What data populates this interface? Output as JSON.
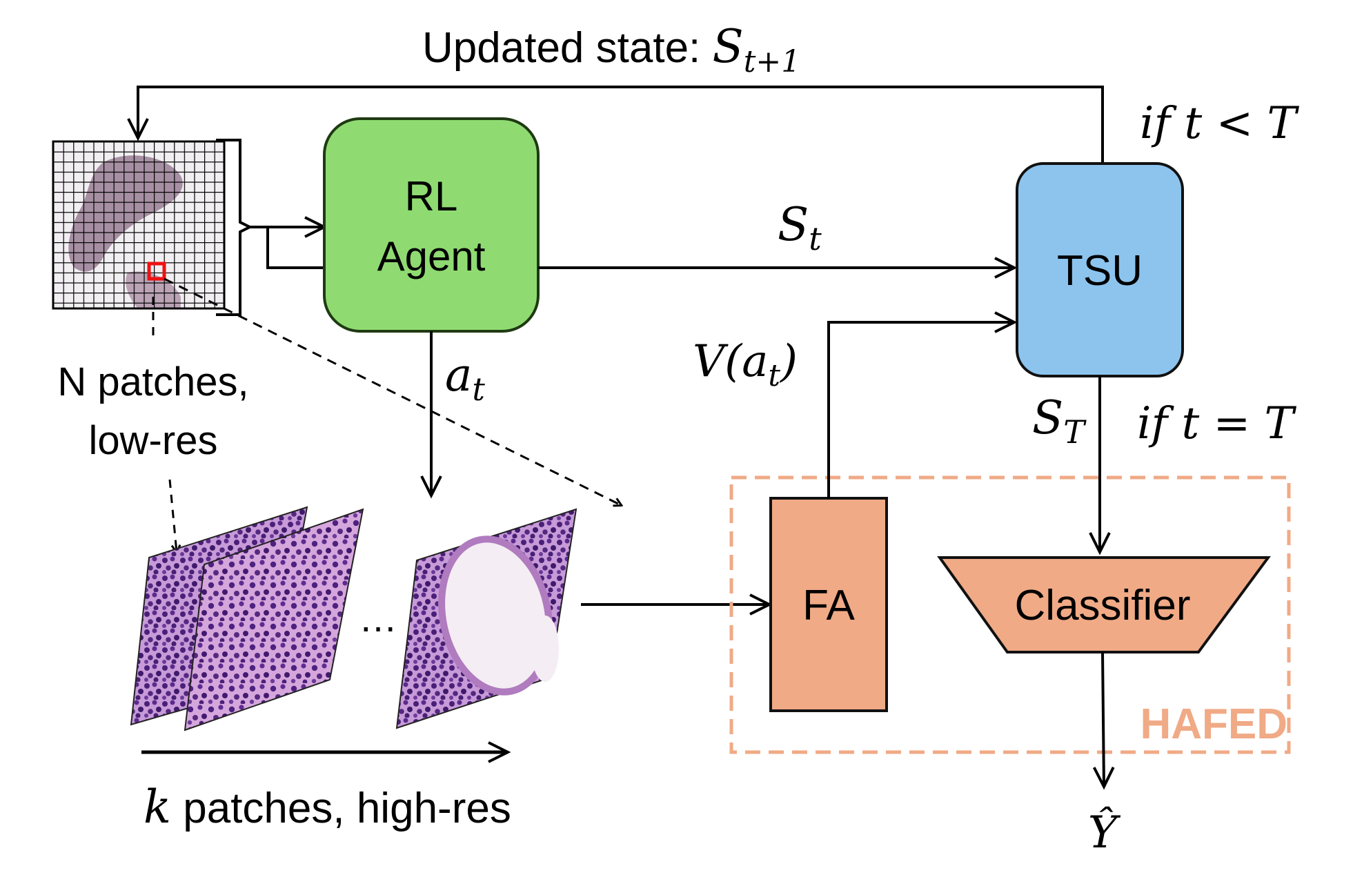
{
  "top_label": {
    "text": "Updated state: ",
    "symbol": "S",
    "subscript": "t+1"
  },
  "blocks": {
    "rl_agent": {
      "line1": "RL",
      "line2": "Agent"
    },
    "tsu": {
      "label": "TSU"
    },
    "fa": {
      "label": "FA"
    },
    "classifier": {
      "label": "Classifier"
    },
    "hafed": {
      "label": "HAFED"
    }
  },
  "edge_labels": {
    "state": {
      "symbol": "S",
      "subscript": "t"
    },
    "state_final": {
      "symbol": "S",
      "subscript": "T"
    },
    "action": {
      "symbol": "a",
      "subscript": "t"
    },
    "value": {
      "prefix": "V(",
      "symbol": "a",
      "subscript": "t",
      "suffix": ")"
    },
    "cond_loop": "if t < T",
    "cond_end": "if t = T",
    "output": "Ŷ"
  },
  "captions": {
    "low_res_line1": "N patches,",
    "low_res_line2": "low-res",
    "high_res_symbol": "k",
    "high_res_text": " patches, high-res",
    "ellipsis": "…"
  },
  "colors": {
    "rl_agent_fill": "#8fdb72",
    "rl_agent_stroke": "#1f3a12",
    "tsu_fill": "#8cc4ee",
    "tsu_stroke": "#111111",
    "fa_fill": "#f0aa86",
    "classifier_fill": "#f0aa86",
    "hafed_border": "#f0aa86",
    "hafed_text": "#f0aa86",
    "patch_highlight": "#ee1111",
    "tissue_purple": "#7a3f9e"
  }
}
